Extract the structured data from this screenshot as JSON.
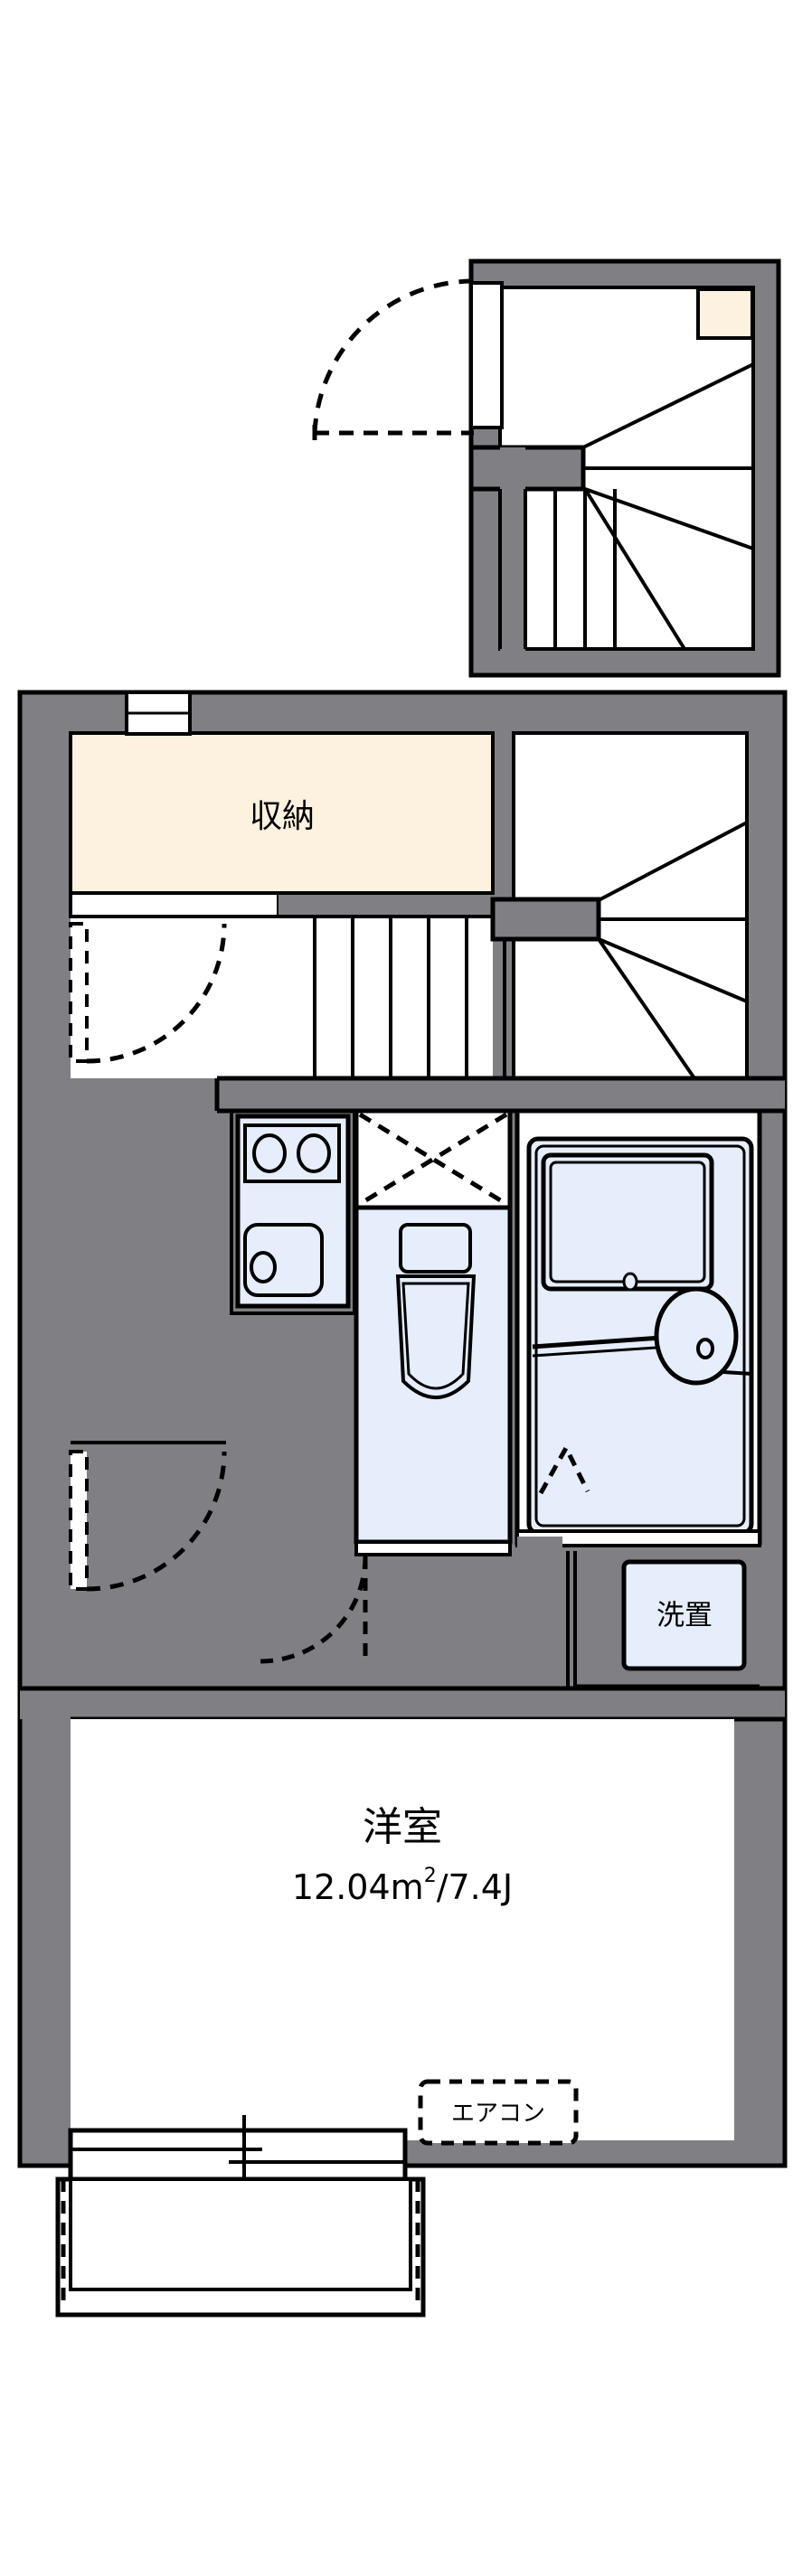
{
  "document": {
    "kind": "floor-plan",
    "title": "",
    "background_color": "#ffffff"
  },
  "palette": {
    "wall_fill": "#808084",
    "wall_stroke": "#000000",
    "room_fill": "#ffffff",
    "storage_fill": "#fdf2e0",
    "fixture_fill": "#e6edfb",
    "line": "#000000",
    "dashed": "#000000"
  },
  "labels": {
    "storage": "収納",
    "main_room": "洋室",
    "main_room_area": "12.04",
    "main_room_area_unit": "m",
    "main_room_area_sup": "2",
    "main_room_area_tail": "/7.4J",
    "main_room_area_full": "12.04m²/7.4J",
    "washer": "洗置",
    "aircon": "エアコン"
  },
  "upper_unit": {
    "name": "entrance-stair-unit",
    "entrance_door": "entrance-door-swing",
    "stair": "winder-staircase-up",
    "small_storage": "corner-storage"
  },
  "lower_unit": {
    "name": "dwelling-unit",
    "rooms": [
      {
        "id": "storage",
        "label": "収納",
        "fill": "#fdf2e0"
      },
      {
        "id": "stair-hall",
        "label": "",
        "fill": "#ffffff"
      },
      {
        "id": "kitchen",
        "label": "",
        "fill": "#e6edfb"
      },
      {
        "id": "toilet",
        "label": "",
        "fill": "#e6edfb"
      },
      {
        "id": "bath",
        "label": "",
        "fill": "#e6edfb"
      },
      {
        "id": "washer-space",
        "label": "洗置",
        "fill": "#e6edfb"
      },
      {
        "id": "main-room",
        "label": "洋室",
        "fill": "#ffffff"
      },
      {
        "id": "balcony",
        "label": "",
        "fill": "#ffffff"
      }
    ],
    "fixtures": [
      {
        "id": "stove",
        "burners": 2
      },
      {
        "id": "kitchen-sink",
        "drain": 1
      },
      {
        "id": "toilet-bowl",
        "tank": 1
      },
      {
        "id": "bathtub",
        "drain": 1
      },
      {
        "id": "vanity-basin",
        "drain": 1
      },
      {
        "id": "overhead-cabinet",
        "marking": "cross"
      },
      {
        "id": "washer-placement",
        "label": "洗置"
      }
    ],
    "openings": [
      {
        "id": "entry-door-storage",
        "type": "swing-door"
      },
      {
        "id": "hall-door",
        "type": "swing-door"
      },
      {
        "id": "bath-door",
        "type": "folding-door"
      },
      {
        "id": "toilet-door",
        "type": "swing-door"
      },
      {
        "id": "balcony-window",
        "type": "sliding-window"
      },
      {
        "id": "top-window",
        "type": "window"
      }
    ]
  }
}
